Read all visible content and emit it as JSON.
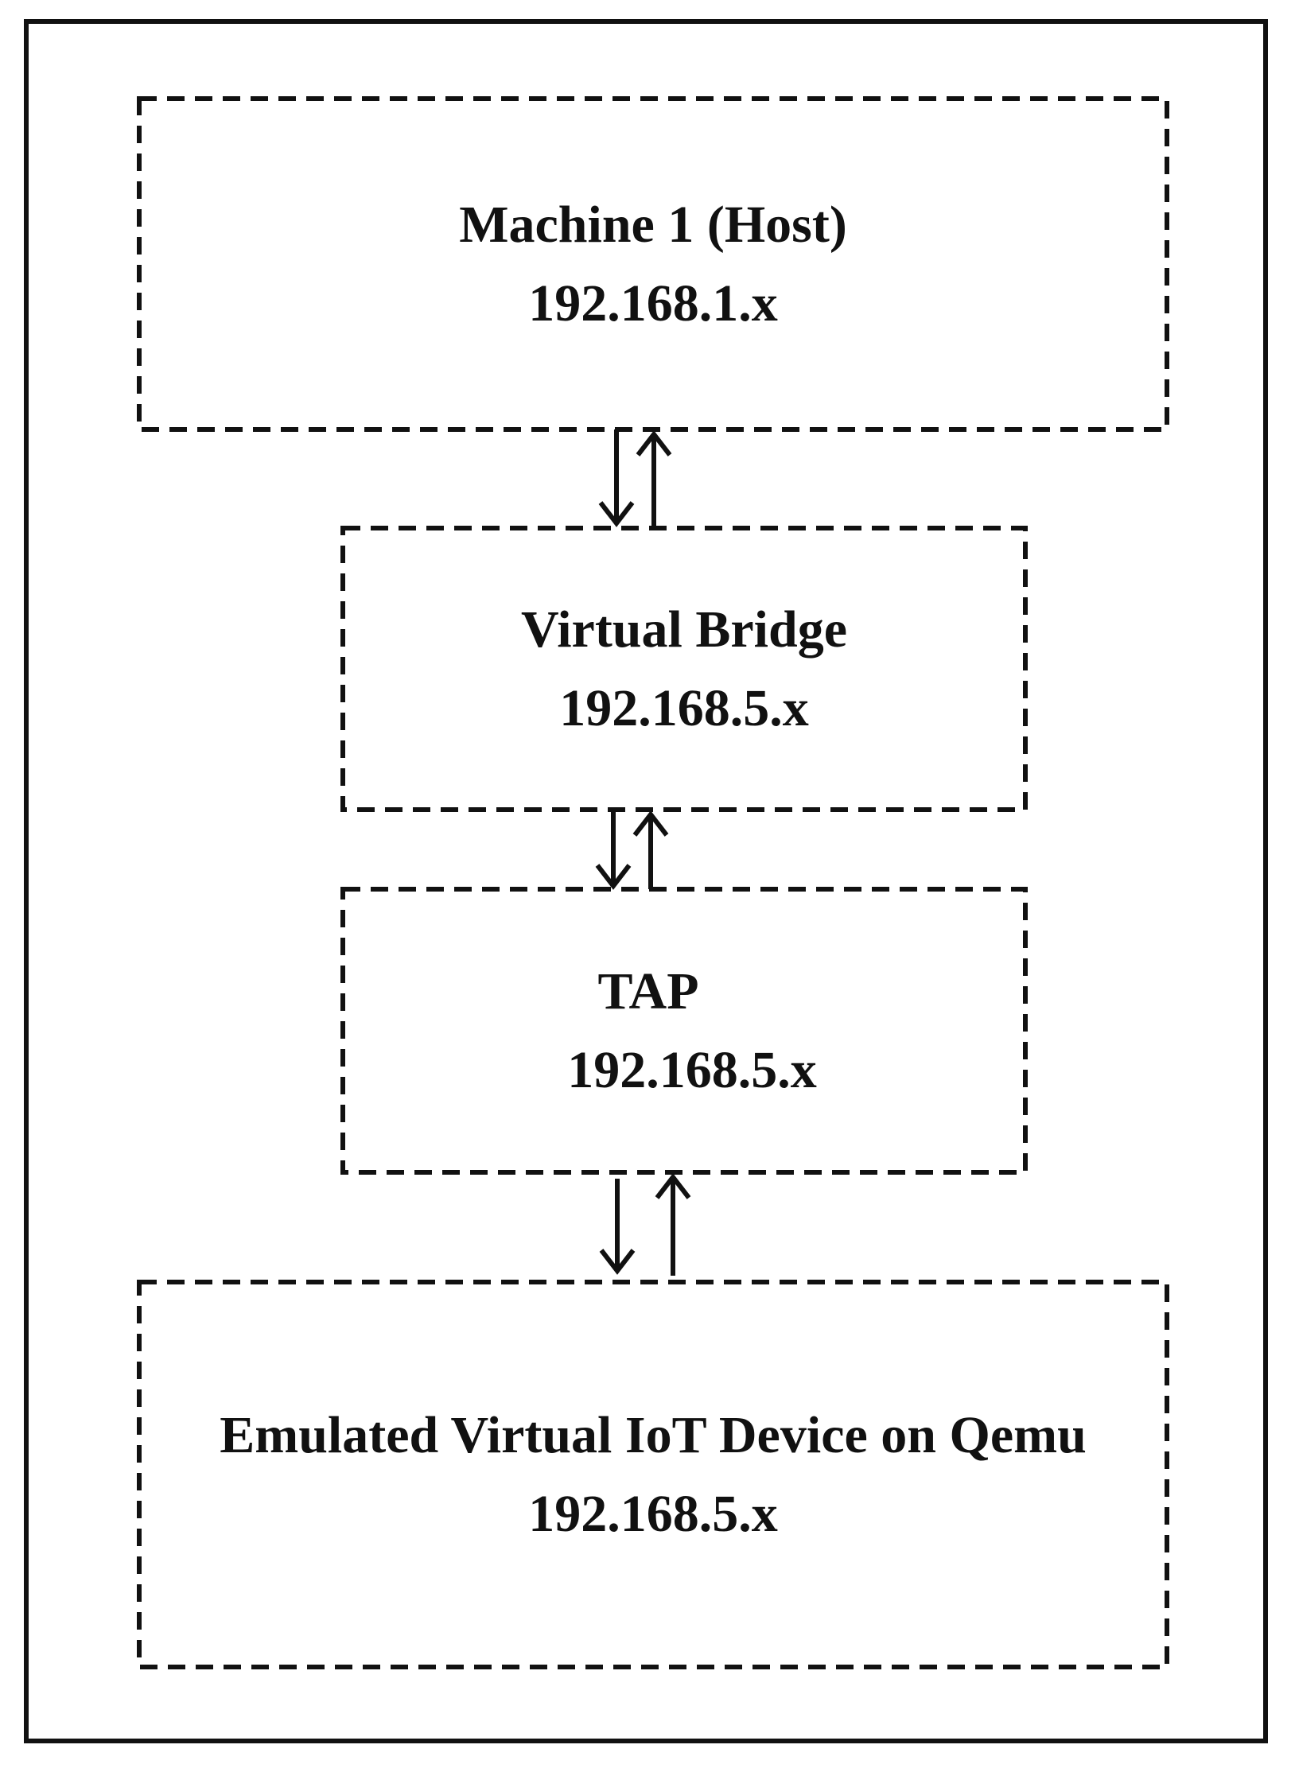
{
  "diagram": {
    "nodes": [
      {
        "id": "host",
        "label": "Machine 1 (Host)",
        "ip": "192.168.1.x"
      },
      {
        "id": "bridge",
        "label": "Virtual Bridge",
        "ip": "192.168.5.x"
      },
      {
        "id": "tap",
        "label": "TAP",
        "ip": "192.168.5.x"
      },
      {
        "id": "iot",
        "label": "Emulated Virtual IoT Device on Qemu",
        "ip": "192.168.5.x"
      }
    ],
    "edges": [
      {
        "from": "host",
        "to": "bridge",
        "direction": "bidirectional"
      },
      {
        "from": "bridge",
        "to": "tap",
        "direction": "bidirectional"
      },
      {
        "from": "tap",
        "to": "iot",
        "direction": "bidirectional"
      }
    ],
    "colors": {
      "stroke": "#111111",
      "background": "#ffffff"
    }
  }
}
